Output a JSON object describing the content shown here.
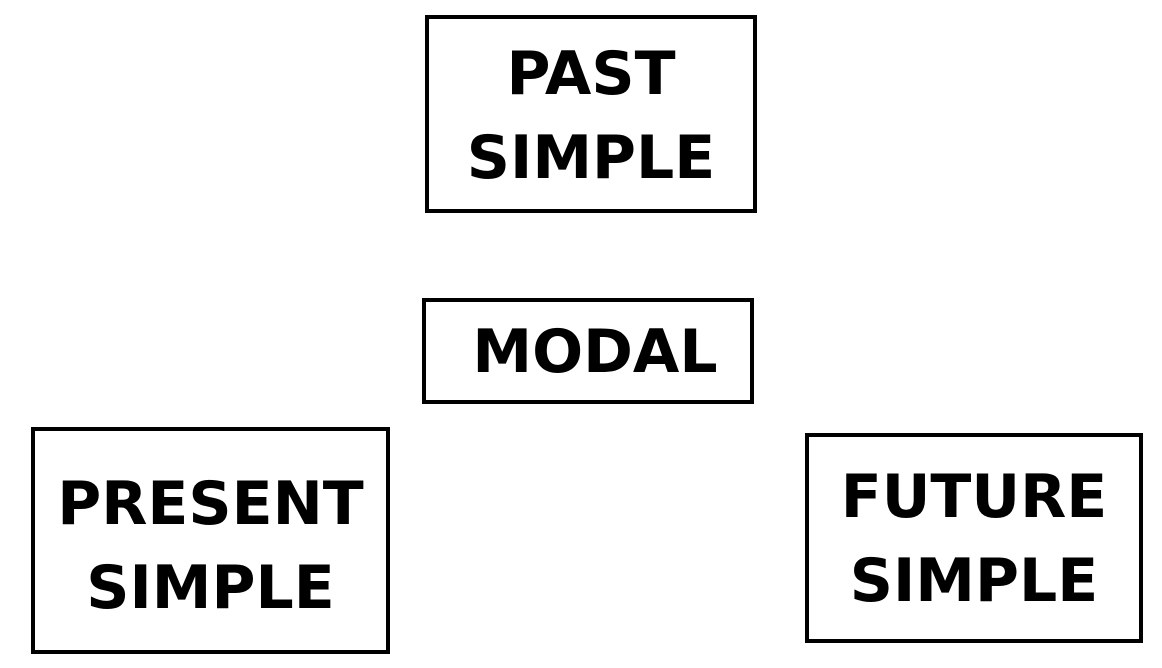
{
  "boxes": {
    "past": "PAST\nSIMPLE",
    "modal": "MODAL",
    "present": "PRESENT\nSIMPLE",
    "future": "FUTURE\nSIMPLE"
  }
}
